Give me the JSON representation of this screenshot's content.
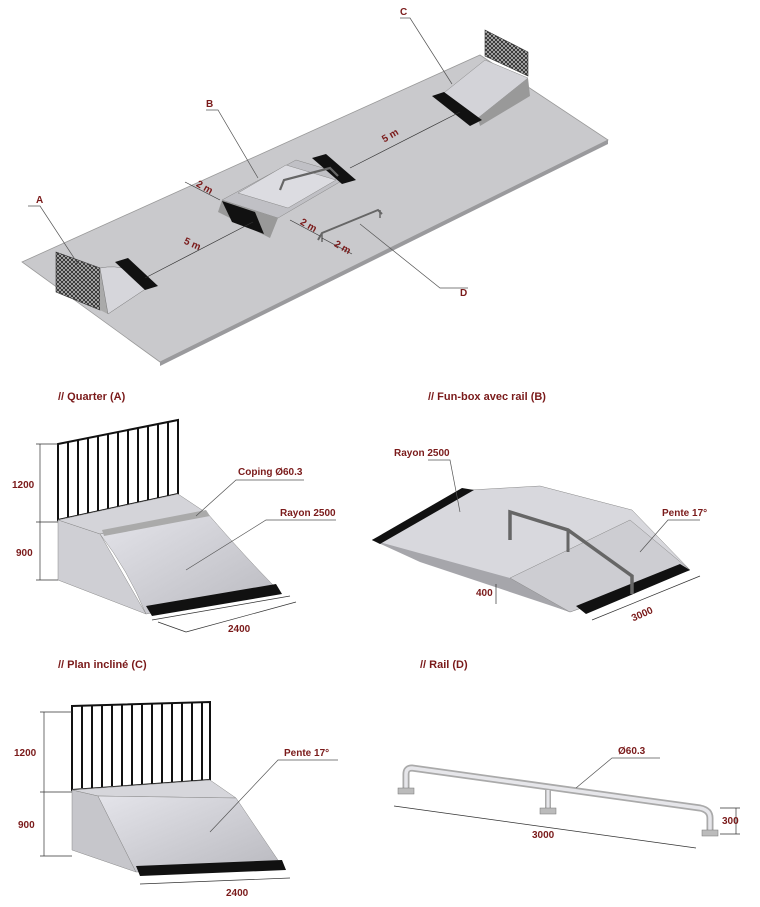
{
  "overview": {
    "labels": {
      "a": "A",
      "b": "B",
      "c": "C",
      "d": "D"
    },
    "distances": {
      "a_to_b": "5 m",
      "b_to_c": "5 m",
      "b_width": "2 m",
      "d_gap": "2 m",
      "d_width": "2 m"
    }
  },
  "quarter": {
    "title": "// Quarter (A)",
    "coping": "Coping Ø60.3",
    "rayon": "Rayon 2500",
    "height_fence": "1200",
    "height_ramp": "900",
    "length": "2400"
  },
  "funbox": {
    "title": "// Fun-box avec rail (B)",
    "rayon": "Rayon 2500",
    "pente": "Pente 17°",
    "height": "400",
    "length": "3000"
  },
  "plan": {
    "title": "// Plan incliné (C)",
    "pente": "Pente 17°",
    "height_fence": "1200",
    "height_ramp": "900",
    "length": "2400"
  },
  "rail": {
    "title": "// Rail (D)",
    "diameter": "Ø60.3",
    "length": "3000",
    "height": "300"
  }
}
